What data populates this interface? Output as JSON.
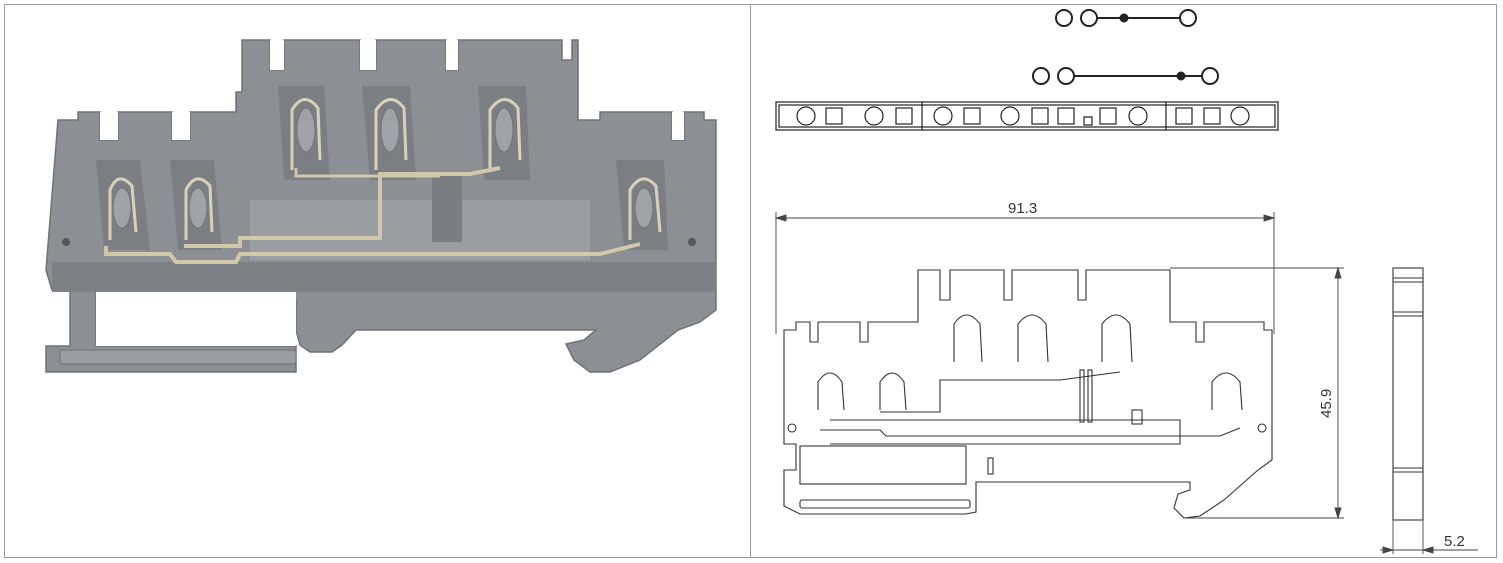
{
  "diagram": {
    "dimensions": {
      "width": "91.3",
      "height": "45.9",
      "thickness": "5.2"
    },
    "colors": {
      "housing": "#8c8f94",
      "housing_dark": "#6f7277",
      "housing_light": "#a3a6aa",
      "metal": "#c9c2a6",
      "line": "#333333"
    }
  }
}
